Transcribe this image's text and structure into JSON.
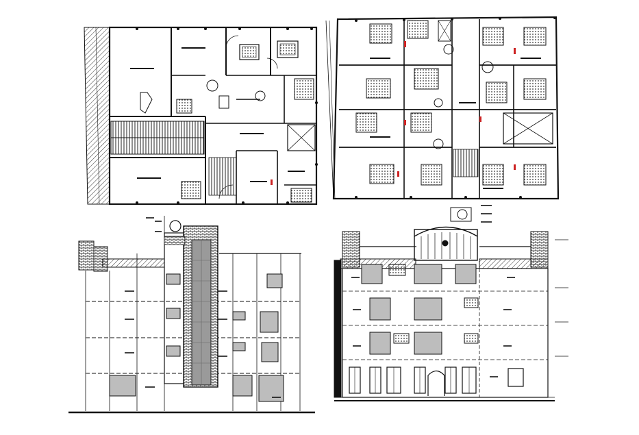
{
  "drawing": {
    "background": "#ffffff",
    "line_color": "#111111",
    "accent_red": "#cc2222",
    "hatch_gray": "#9a9a9a",
    "window_gray": "#bdbdbd"
  },
  "views": [
    {
      "id": "ground-floor-plan",
      "kind": "plan"
    },
    {
      "id": "upper-floor-plan",
      "kind": "plan"
    },
    {
      "id": "side-section-elevation",
      "kind": "section"
    },
    {
      "id": "front-elevation",
      "kind": "elevation"
    }
  ]
}
